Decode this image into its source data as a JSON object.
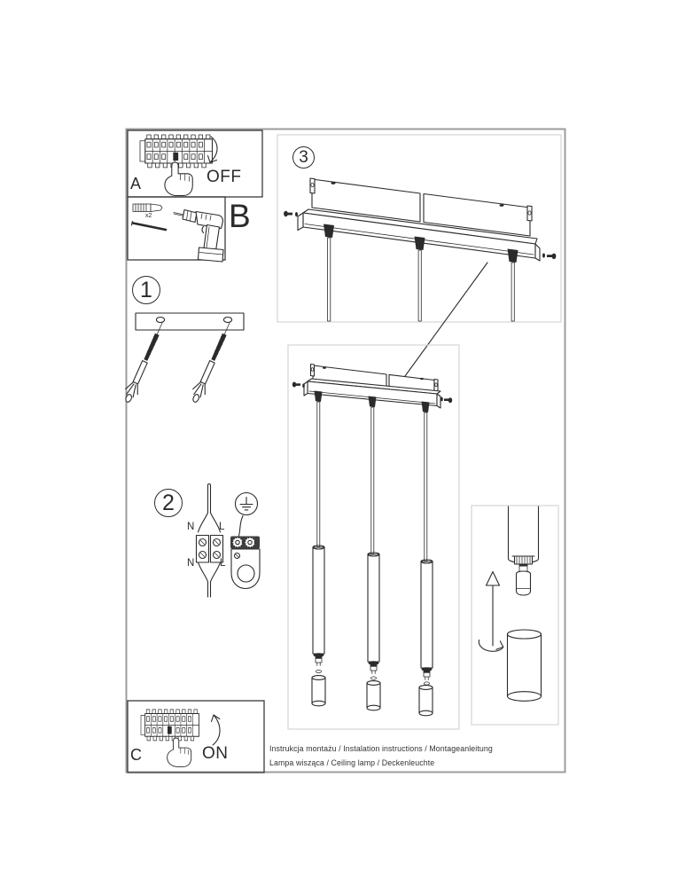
{
  "document": {
    "footer": {
      "line1": "Instrukcja montażu / Instalation instructions / Montageanleitung",
      "line2": "Lampa wisząca / Ceiling lamp / Deckenleuchte"
    }
  },
  "steps": {
    "a": {
      "label": "A",
      "action": "OFF"
    },
    "b": {
      "label": "B",
      "quantity_note": "x2"
    },
    "c": {
      "label": "C",
      "action": "ON"
    },
    "step1": {
      "number": "1"
    },
    "step2": {
      "number": "2",
      "labels": {
        "in_n": "N",
        "in_l": "L",
        "out_n": "N",
        "out_l": "L"
      }
    },
    "step3": {
      "number": "3"
    }
  },
  "colors": {
    "ink": "#2b2b2b",
    "frame-border": "#9c9c9c",
    "box-border": "#3a3a3a",
    "light-border": "#d4d4d4",
    "paper": "#ffffff"
  }
}
